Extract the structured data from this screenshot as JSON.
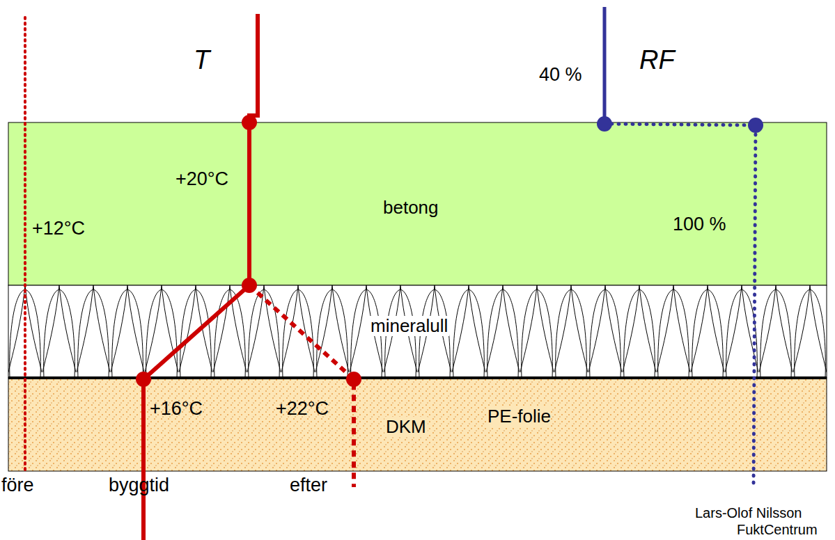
{
  "diagram": {
    "nodes": [
      {
        "text": [
          "betong"
        ]
      },
      {
        "text": [
          "mineralull"
        ]
      },
      {
        "text": [
          "DKM"
        ]
      }
    ],
    "labels": [
      "T",
      "RF",
      "40 %",
      "100 %",
      "+20°C",
      "+12°C",
      "+16°C",
      "+22°C",
      "PE-folie",
      "före",
      "byggtid",
      "efter",
      "Lars-Olof Nilsson",
      "FuktCentrum"
    ]
  }
}
